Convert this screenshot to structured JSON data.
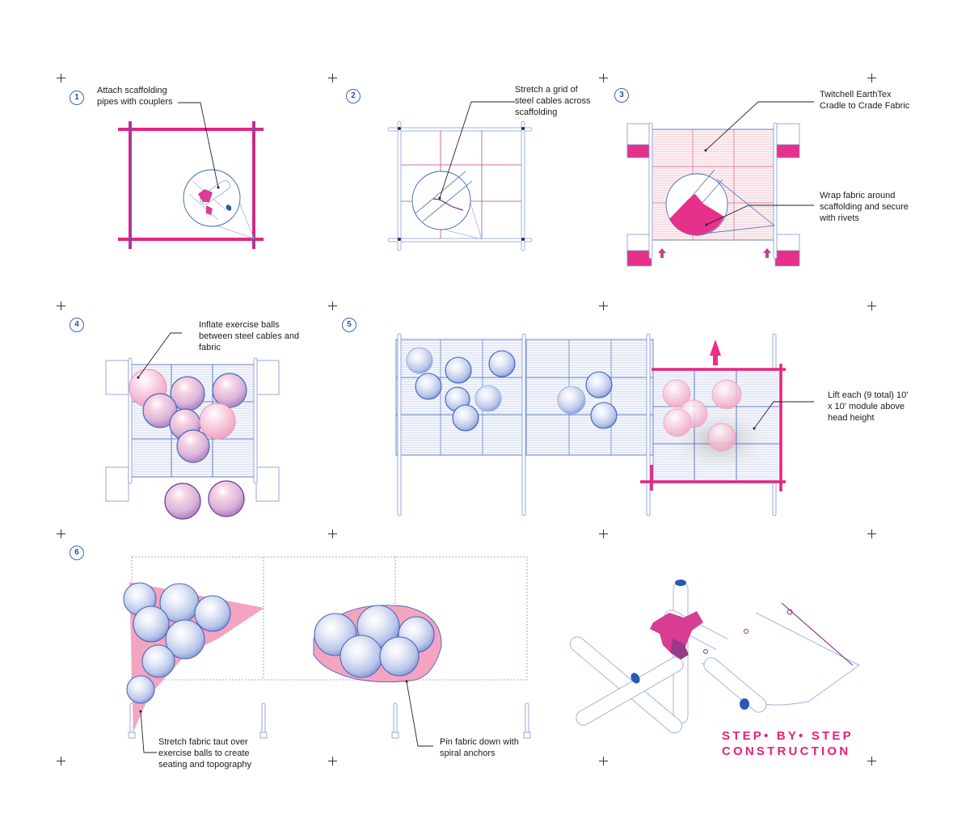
{
  "colors": {
    "magenta": "#e6247f",
    "blue": "#3d63b8",
    "light_blue": "#9fb3e0",
    "pink_fabric": "#f6c6d6",
    "leader": "#222222"
  },
  "steps": [
    {
      "number": "1",
      "label": "Attach scaffolding pipes with couplers",
      "lines": [
        "Attach scaffolding",
        "pipes with couplers"
      ]
    },
    {
      "number": "2",
      "label": "Stretch a grid of steel cables across scaffolding",
      "lines": [
        "Stretch a grid of",
        "steel cables across",
        "scaffolding"
      ]
    },
    {
      "number": "3",
      "label": "Twitchell EarthTex Cradle to Crade Fabric",
      "lines": [
        "Twitchell EarthTex",
        "Cradle to Crade Fabric"
      ],
      "secondary_lines": [
        "Wrap fabric around",
        "scaffolding and secure",
        "with rivets"
      ]
    },
    {
      "number": "4",
      "label": "Inflate exercise balls between steel cables and fabric",
      "lines": [
        "Inflate exercise balls",
        "between steel cables and",
        "fabric"
      ]
    },
    {
      "number": "5",
      "label": "Lift each (9 total) 10' x 10' module above head height",
      "lines": [
        "Lift each (9 total) 10'",
        "x 10' module above",
        "head height"
      ]
    },
    {
      "number": "6",
      "label": "Stretch fabric taut over exercise balls to create seating and topography",
      "lines": [
        "Stretch fabric taut over",
        "exercise balls to create",
        "seating and topography"
      ],
      "secondary_lines": [
        "Pin fabric down with",
        "spiral anchors"
      ]
    }
  ],
  "title": {
    "line1": "STEP• BY• STEP",
    "line2": "CONSTRUCTION"
  }
}
